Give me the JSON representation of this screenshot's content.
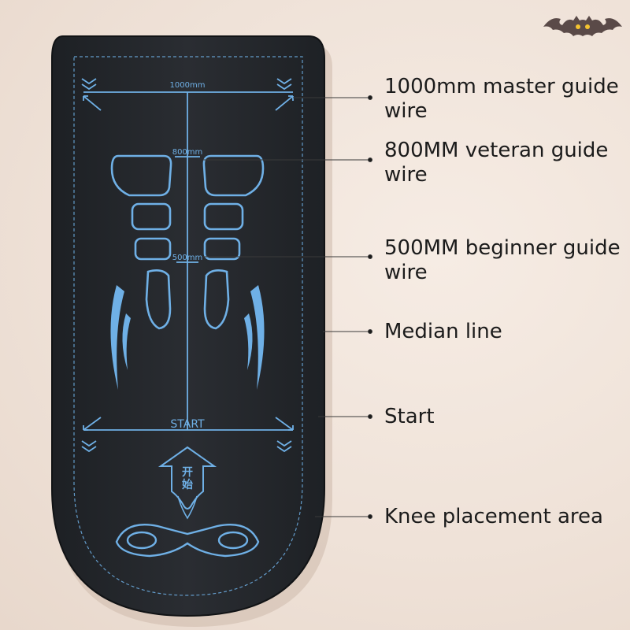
{
  "mat": {
    "top_width_label": "1000mm",
    "mid_label": "800mm",
    "low_label": "500mm",
    "start_label": "START",
    "arrow_chars": [
      "开",
      "始"
    ]
  },
  "callouts": [
    {
      "text": "1000mm master guide wire"
    },
    {
      "text": "800MM veteran guide wire"
    },
    {
      "text": "500MM beginner guide wire"
    },
    {
      "text": "Median line"
    },
    {
      "text": "Start"
    },
    {
      "text": "Knee placement area"
    }
  ],
  "colors": {
    "mat": "#22252a",
    "line": "#6fb0e6",
    "text": "#1b1b1b"
  },
  "icons": {
    "logo": "bat-icon"
  }
}
